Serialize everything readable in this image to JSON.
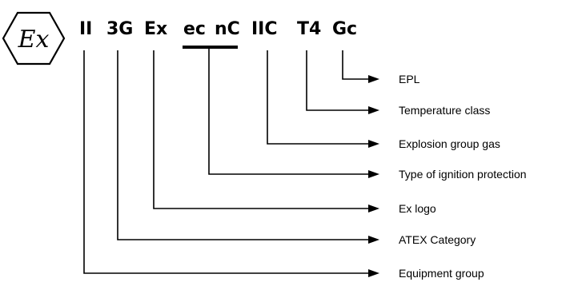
{
  "ex_symbol": {
    "letters": "Ex",
    "icon": "ex-hexagon-icon"
  },
  "marking": [
    {
      "id": "equipment-group",
      "text": "II"
    },
    {
      "id": "atex-category",
      "text": "3G"
    },
    {
      "id": "ex-logo",
      "text": "Ex"
    },
    {
      "id": "type-ec",
      "text": "ec"
    },
    {
      "id": "type-nc",
      "text": "nC"
    },
    {
      "id": "explosion-group",
      "text": "IIC"
    },
    {
      "id": "temperature-class",
      "text": "T4"
    },
    {
      "id": "epl",
      "text": "Gc"
    }
  ],
  "labels": [
    {
      "id": "epl",
      "text": "EPL"
    },
    {
      "id": "temperature-class",
      "text": "Temperature class"
    },
    {
      "id": "explosion-group",
      "text": "Explosion group gas"
    },
    {
      "id": "type-of-protection",
      "text": "Type of ignition protection"
    },
    {
      "id": "ex-logo",
      "text": "Ex logo"
    },
    {
      "id": "atex-category",
      "text": "ATEX Category"
    },
    {
      "id": "equipment-group",
      "text": "Equipment group"
    }
  ]
}
